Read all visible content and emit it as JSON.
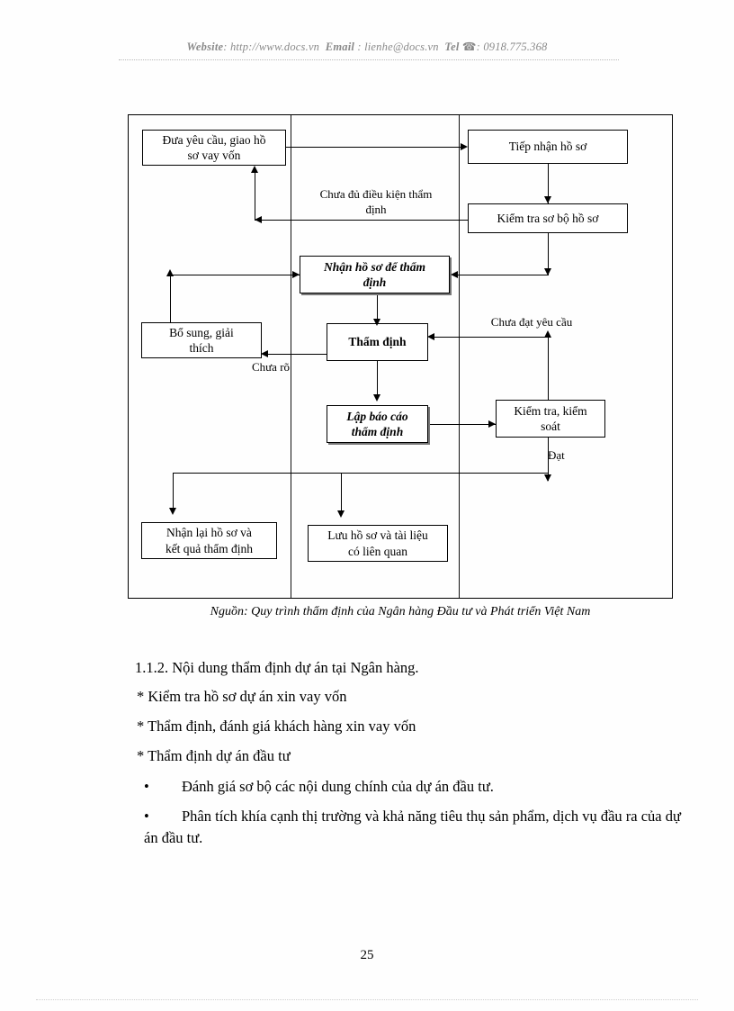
{
  "header": {
    "website_label": "Website",
    "website_url": ": http://www.docs.vn",
    "email_label": "Email",
    "email_value": ": lienhe@docs.vn",
    "tel_label": "Tel",
    "tel_icon": "telephone-icon",
    "tel_value": ": 0918.775.368"
  },
  "flowchart": {
    "nodes": [
      {
        "id": "n1",
        "label": "Đưa yêu cầu, giao hồ\nsơ vay vốn"
      },
      {
        "id": "n2",
        "label": "Tiếp nhận hồ sơ"
      },
      {
        "id": "n3",
        "label": "Kiểm tra sơ bộ hồ sơ"
      },
      {
        "id": "n4",
        "label": "Nhận hồ sơ để thẩm\nđịnh"
      },
      {
        "id": "n5",
        "label": "Bổ sung,  giải\nthích"
      },
      {
        "id": "n6",
        "label": "Thẩm định"
      },
      {
        "id": "n7",
        "label": "Lập báo cáo\nthẩm định"
      },
      {
        "id": "n8",
        "label": "Kiểm tra, kiểm\nsoát"
      },
      {
        "id": "n9",
        "label": "Nhận lại hồ sơ và\nkết quả thẩm định"
      },
      {
        "id": "n10",
        "label": "Lưu hồ sơ và tài liệu\ncó liên quan"
      }
    ],
    "edge_labels": [
      {
        "id": "e1",
        "text": "Chưa đủ điều kiện thẩm\nđịnh"
      },
      {
        "id": "e2",
        "text": "Chưa rõ"
      },
      {
        "id": "e3",
        "text": "Chưa đạt yêu cầu"
      },
      {
        "id": "e4",
        "text": "Đạt"
      }
    ]
  },
  "caption": "Nguồn: Quy trình thẩm định của Ngân hàng Đầu tư  và Phát triển Việt Nam",
  "body": {
    "heading": "1.1.2. Nội dung thẩm định dự án tại Ngân hàng.",
    "star_items": [
      "* Kiểm tra hồ sơ dự án xin vay vốn",
      "* Thẩm định, đánh giá khách hàng xin vay vốn",
      "* Thẩm định dự án đầu tư"
    ],
    "bullet_items": [
      "Đánh giá  sơ bộ các nội dung chính của dự án đầu tư.",
      "Phân tích khía cạnh thị trường và khả năng tiêu thụ sản phẩm, dịch vụ đầu ra của dự án đầu tư."
    ],
    "bullet_glyph": "•"
  },
  "page_number": "25"
}
